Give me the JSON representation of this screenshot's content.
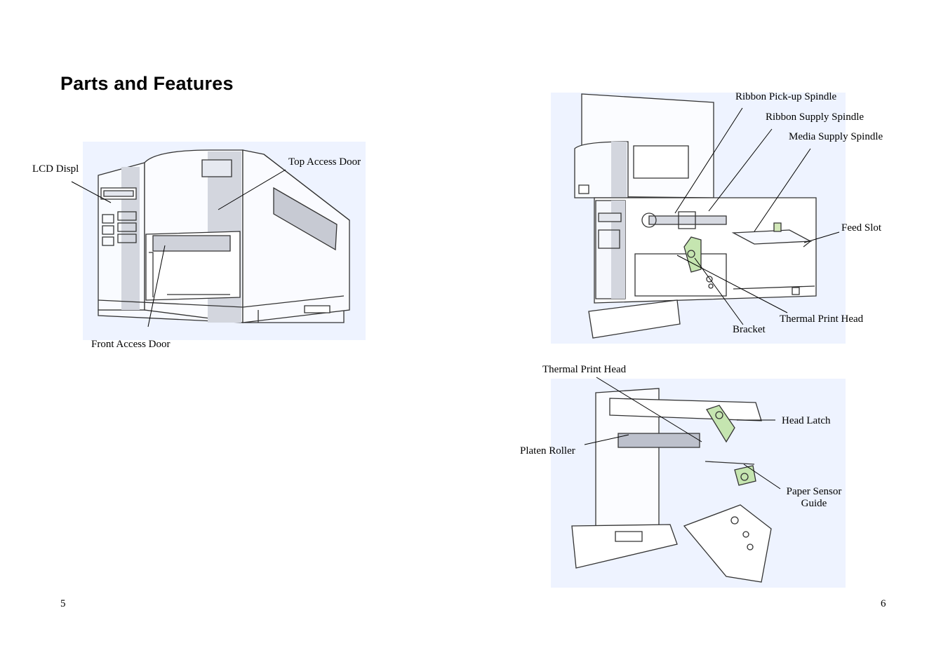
{
  "page": {
    "title": "Parts and Features",
    "page_numbers": {
      "left": "5",
      "right": "6"
    }
  },
  "figure_front": {
    "labels": {
      "lcd_display": "LCD Displ",
      "top_access_door": "Top Access Door",
      "front_access_door": "Front Access Door"
    }
  },
  "figure_interior": {
    "labels": {
      "ribbon_pickup_spindle": "Ribbon Pick-up Spindle",
      "ribbon_supply_spindle": "Ribbon Supply Spindle",
      "media_supply_spindle": "Media Supply Spindle",
      "feed_slot": "Feed Slot",
      "thermal_print_head": "Thermal Print Head",
      "bracket": "Bracket"
    }
  },
  "figure_printhead": {
    "labels": {
      "thermal_print_head": "Thermal Print Head",
      "head_latch": "Head Latch",
      "platen_roller": "Platen Roller",
      "paper_sensor_guide_line1": "Paper Sensor",
      "paper_sensor_guide_line2": "Guide"
    }
  },
  "colors": {
    "figure_background": "#eef3ff",
    "latch_green": "#c5e5b0"
  }
}
